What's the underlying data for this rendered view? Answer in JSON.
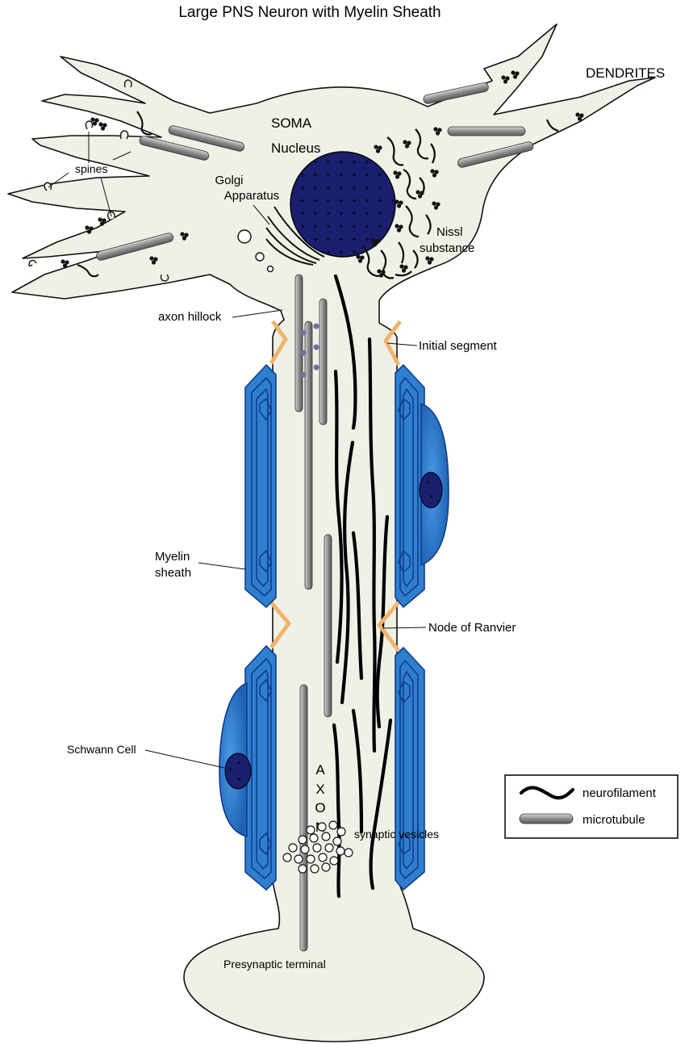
{
  "title": "Large PNS Neuron with  Myelin Sheath",
  "labels": {
    "dendrites": "DENDRITES",
    "soma": "SOMA",
    "nucleus": "Nucleus",
    "golgi_1": "Golgi",
    "golgi_2": "Apparatus",
    "spines": "spines",
    "nissl_1": "Nissl",
    "nissl_2": "substance",
    "axon_hillock": "axon hillock",
    "initial_segment": "Initial segment",
    "myelin_1": "Myelin",
    "myelin_2": "sheath",
    "node_of_ranvier": "Node of Ranvier",
    "schwann_cell": "Schwann Cell",
    "axon_letters": [
      "A",
      "X",
      "O",
      "N"
    ],
    "presynaptic_terminal": "Presynaptic terminal",
    "synaptic_vesicles": "synaptic vesicles"
  },
  "legend": {
    "neurofilament": "neurofilament",
    "microtubule": "microtubule"
  },
  "colors": {
    "cytoplasm": "#eef2e6",
    "nucleus": "#1a1f6e",
    "myelin": "#2f7fd1",
    "myelin_dark": "#0f3e8a",
    "node": "#f2b36b",
    "microtubule": "#9a9a9a",
    "vesicle_dots": "#7e6aa8"
  }
}
